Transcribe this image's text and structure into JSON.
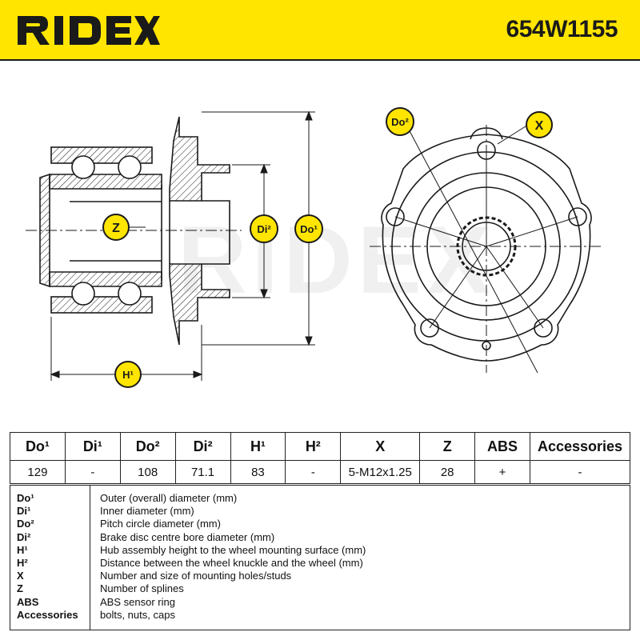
{
  "header": {
    "brand": "RIDEX",
    "part_number": "654W1155"
  },
  "colors": {
    "accent": "#ffe500",
    "ink": "#1a1a1a"
  },
  "drawing_labels": {
    "z": "Z",
    "di2": "Di²",
    "do1": "Do¹",
    "h1": "H¹",
    "do2": "Do²",
    "x": "X",
    "watermark": "RIDEX"
  },
  "table": {
    "headers": [
      "Do¹",
      "Di¹",
      "Do²",
      "Di²",
      "H¹",
      "H²",
      "X",
      "Z",
      "ABS",
      "Accessories"
    ],
    "values": [
      "129",
      "-",
      "108",
      "71.1",
      "83",
      "-",
      "5-M12x1.25",
      "28",
      "+",
      "-"
    ]
  },
  "legend": [
    {
      "key": "Do¹",
      "desc": "Outer (overall) diameter (mm)"
    },
    {
      "key": "Di¹",
      "desc": "Inner diameter (mm)"
    },
    {
      "key": "Do²",
      "desc": "Pitch circle diameter (mm)"
    },
    {
      "key": "Di²",
      "desc": "Brake disc centre bore diameter (mm)"
    },
    {
      "key": "H¹",
      "desc": "Hub assembly height to the wheel mounting surface (mm)"
    },
    {
      "key": "H²",
      "desc": "Distance between the wheel knuckle and the wheel (mm)"
    },
    {
      "key": "X",
      "desc": "Number and size of mounting holes/studs"
    },
    {
      "key": "Z",
      "desc": "Number of splines"
    },
    {
      "key": "ABS",
      "desc": "ABS sensor ring"
    },
    {
      "key": "Accessories",
      "desc": "bolts, nuts, caps"
    }
  ]
}
